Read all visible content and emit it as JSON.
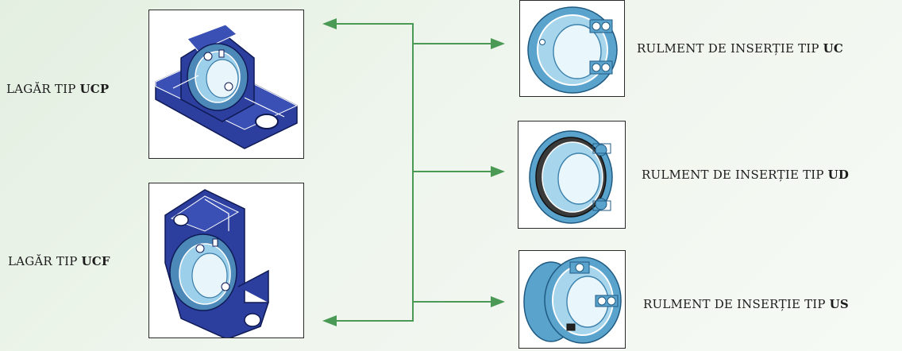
{
  "housings": [
    {
      "prefix": "LAGĂR TIP ",
      "type": "UCP"
    },
    {
      "prefix": "LAGĂR TIP ",
      "type": "UCF"
    }
  ],
  "inserts": [
    {
      "prefix": "RULMENT DE INSERȚIE TIP ",
      "type": "UC"
    },
    {
      "prefix": "RULMENT DE INSERȚIE TIP ",
      "type": "UD"
    },
    {
      "prefix": "RULMENT DE INSERȚIE TIP ",
      "type": "US"
    }
  ],
  "colors": {
    "connector": "#4a9a55",
    "housing": "#2c3f9e",
    "bearing": "#5aa3cc",
    "background": "#e8f2e6"
  }
}
